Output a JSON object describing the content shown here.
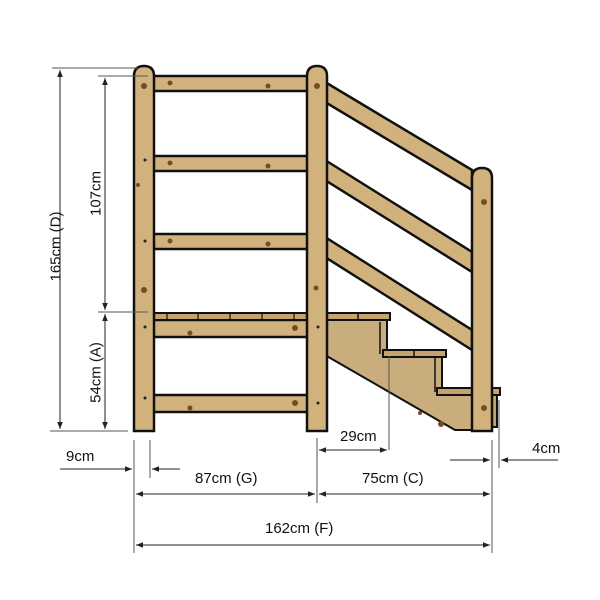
{
  "diagram": {
    "subject": "Wooden stair platform with handrail, side elevation",
    "colors": {
      "wood": "#d2b27c",
      "stringer": "#c9ad7d",
      "outline": "#111111",
      "knot": "#7a4a22",
      "dimension_line": "#222222"
    },
    "dimensions": {
      "total_height": "165cm (D)",
      "rail_height": "107cm",
      "platform_height": "54cm (A)",
      "post_width": "9cm",
      "platform_width": "87cm (G)",
      "stair_run": "75cm (C)",
      "tread_depth": "29cm",
      "overhang": "4cm",
      "total_length": "162cm (F)"
    }
  }
}
